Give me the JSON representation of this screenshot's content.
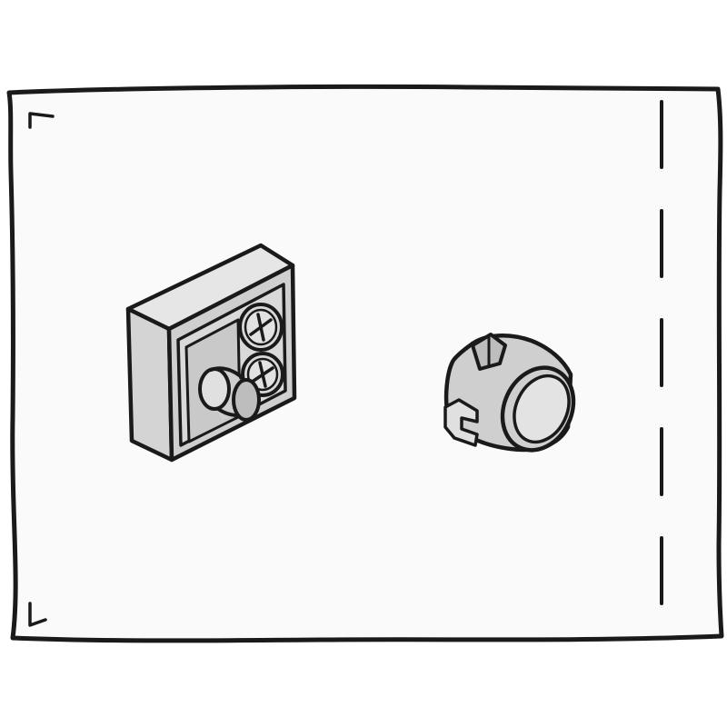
{
  "figure": {
    "background_color": "#ffffff",
    "outline_color": "#1a1a1a",
    "bag_fill": "#fafafa",
    "part_light": "#d9d9d9",
    "part_mid": "#cfcfcf",
    "part_dark": "#bdbdbd",
    "part_highlight": "#e8e8e8"
  },
  "parts": [
    {
      "id": "bracket",
      "icon": "mounting-bracket-with-two-phillips-screws-and-pin"
    },
    {
      "id": "catch",
      "icon": "round-push-catch-cap-with-clip"
    }
  ],
  "bag": {
    "icon": "plastic-bag-with-dashed-seal-line"
  }
}
